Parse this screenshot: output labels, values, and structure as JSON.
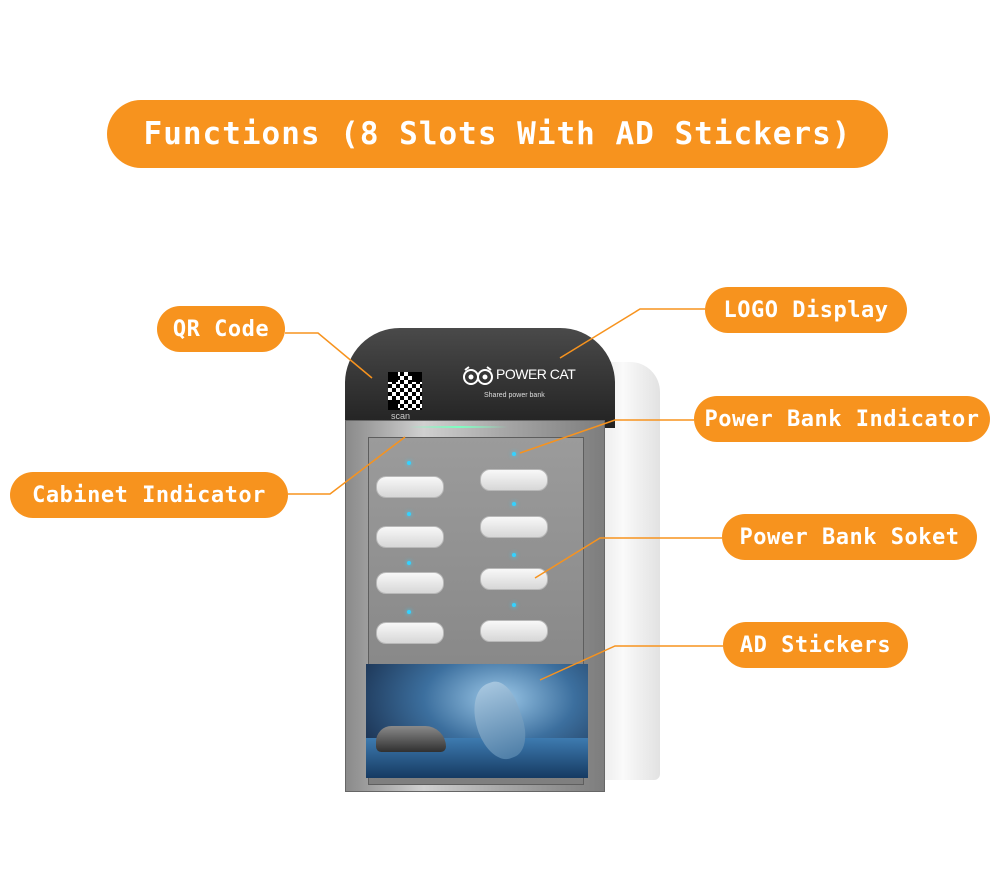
{
  "title": "Functions (8 Slots With AD Stickers)",
  "labels": {
    "qr_code": "QR Code",
    "logo_display": "LOGO Display",
    "power_bank_indicator": "Power Bank Indicator",
    "cabinet_indicator": "Cabinet Indicator",
    "power_bank_soket": "Power Bank Soket",
    "ad_stickers": "AD Stickers"
  },
  "device": {
    "brand": "POWER CAT",
    "tagline": "Shared power bank",
    "qr_caption": "scan",
    "slot_count": 8
  },
  "colors": {
    "accent": "#f7931e",
    "label_text": "#ffffff",
    "indicator_light": "#34d2ff"
  }
}
